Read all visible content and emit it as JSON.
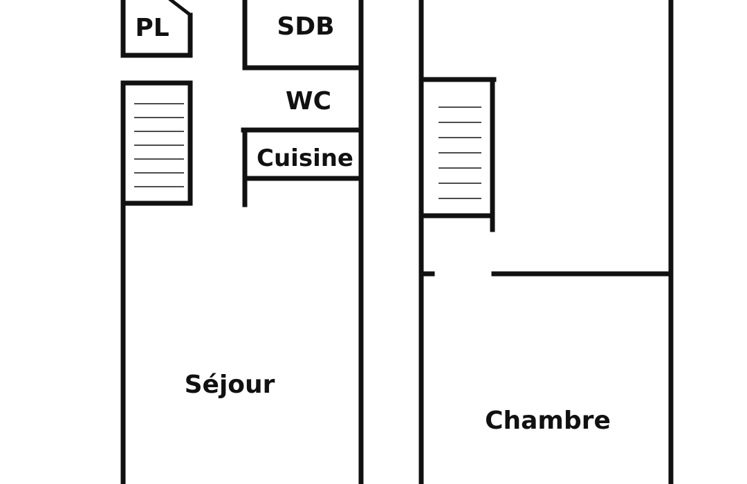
{
  "floor_plan": {
    "colors": {
      "wall": "#111111",
      "background": "#ffffff"
    },
    "rooms": {
      "placard": "PL",
      "salle_de_bain": "SDB",
      "wc": "WC",
      "cuisine": "Cuisine",
      "sejour": "Séjour",
      "chambre": "Chambre"
    },
    "stairs": [
      {
        "steps": 7
      },
      {
        "steps": 7
      }
    ]
  }
}
